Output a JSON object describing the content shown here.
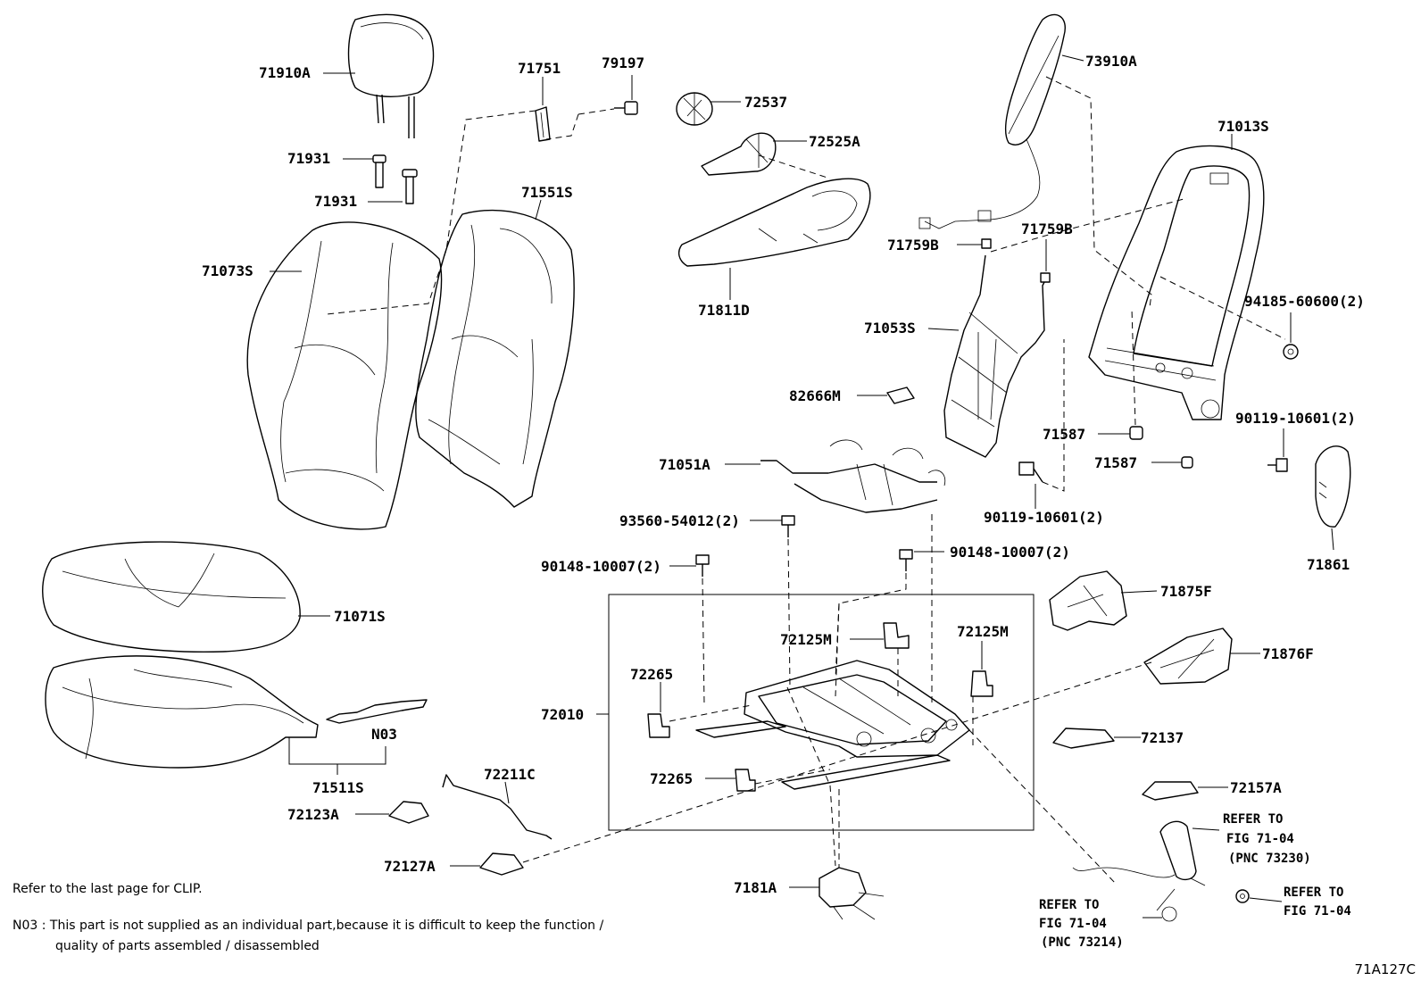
{
  "labels": {
    "p71910A": "71910A",
    "p71931a": "71931",
    "p71931b": "71931",
    "p71073S": "71073S",
    "p71751": "71751",
    "p79197": "79197",
    "p71551S": "71551S",
    "p72537": "72537",
    "p72525A": "72525A",
    "p71811D": "71811D",
    "p73910A": "73910A",
    "p71013S": "71013S",
    "p71759Ba": "71759B",
    "p71759Bb": "71759B",
    "p71053S": "71053S",
    "p94185": "94185-60600(2)",
    "p82666M": "82666M",
    "p71051A": "71051A",
    "p71587a": "71587",
    "p71587b": "71587",
    "p90119a": "90119-10601(2)",
    "p90119b": "90119-10601(2)",
    "p71861": "71861",
    "p93560": "93560-54012(2)",
    "p90148a": "90148-10007(2)",
    "p90148b": "90148-10007(2)",
    "p71071S": "71071S",
    "p71875F": "71875F",
    "p72125Ma": "72125M",
    "p72125Mb": "72125M",
    "p71876F": "71876F",
    "p72265a": "72265",
    "p72265b": "72265",
    "p72010": "72010",
    "pN03": "N03",
    "p71511S": "71511S",
    "p72211C": "72211C",
    "p72137": "72137",
    "p72123A": "72123A",
    "p72157A": "72157A",
    "p72127A": "72127A",
    "p7181A": "7181A",
    "ref1_l1": "REFER TO",
    "ref1_l2": "FIG 71-04",
    "ref1_l3": "(PNC 73230)",
    "ref2_l1": "REFER TO",
    "ref2_l2": "FIG 71-04",
    "ref2_l3": "(PNC 73214)",
    "ref3_l1": "REFER TO",
    "ref3_l2": "FIG 71-04"
  },
  "notes": {
    "clip": "Refer to the last page for CLIP.",
    "n03_line1": "N03 : This part is not supplied as an individual part,because it is difficult to keep the function /",
    "n03_line2": "quality of parts assembled / disassembled"
  },
  "figure_code": "71A127C"
}
